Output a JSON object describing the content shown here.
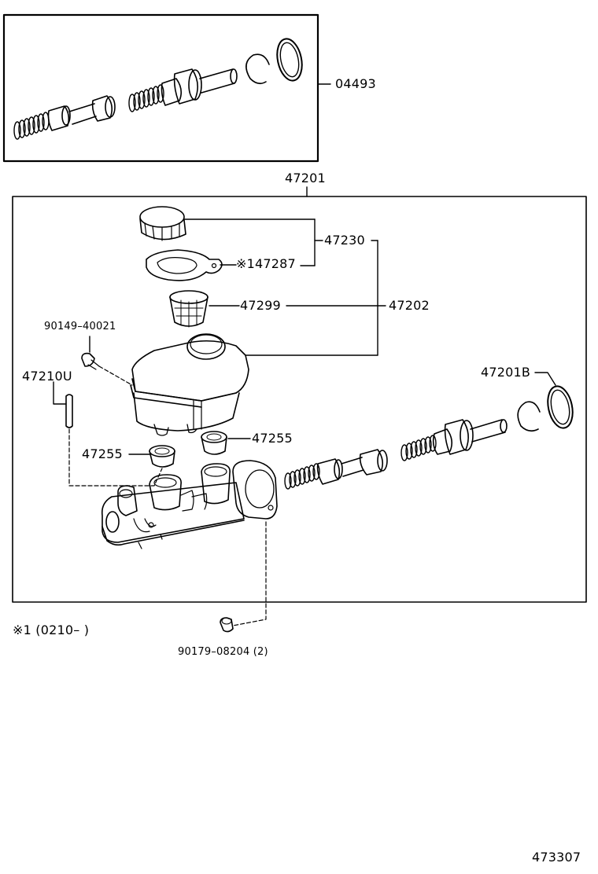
{
  "labels": {
    "kit_seal": "04493",
    "assembly": "47201",
    "cap_group": "47230",
    "gasket": "※147287",
    "strainer": "47299",
    "reservoir": "47202",
    "screw": "90149–40021",
    "pin": "47210U",
    "grommet_left": "47255",
    "grommet_right": "47255",
    "piston_ring": "47201B",
    "note": "※1 (0210–        )",
    "nut": "90179–08204 (2)",
    "figure_number": "473307"
  }
}
